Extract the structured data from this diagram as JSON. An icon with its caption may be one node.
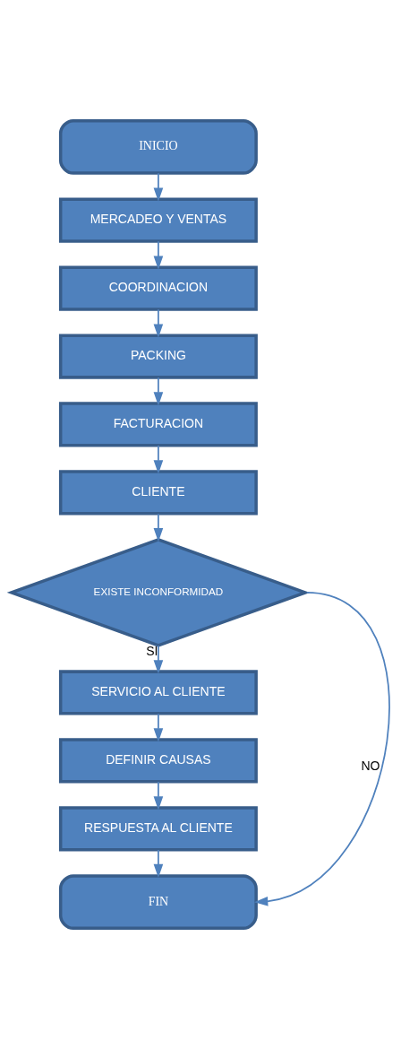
{
  "diagram": {
    "nodes": [
      {
        "text": [
          "INICIO"
        ]
      },
      {
        "text": [
          "MERCADEO Y VENTAS"
        ]
      },
      {
        "text": [
          "COORDINACION"
        ]
      },
      {
        "text": [
          "PACKING"
        ]
      },
      {
        "text": [
          "FACTURACION"
        ]
      },
      {
        "text": [
          "CLIENTE"
        ]
      },
      {
        "text": [
          "EXISTE INCONFORMIDAD"
        ]
      },
      {
        "text": [
          "SERVICIO AL CLIENTE"
        ]
      },
      {
        "text": [
          "DEFINIR CAUSAS"
        ]
      },
      {
        "text": [
          "RESPUESTA AL CLIENTE"
        ]
      },
      {
        "text": [
          "FIN"
        ]
      }
    ],
    "edges": [
      {
        "from": 0,
        "to": 1,
        "arrow": "to"
      },
      {
        "from": 1,
        "to": 2,
        "arrow": "to"
      },
      {
        "from": 2,
        "to": 3,
        "arrow": "to"
      },
      {
        "from": 3,
        "to": 4,
        "arrow": "to"
      },
      {
        "from": 4,
        "to": 5,
        "arrow": "to"
      },
      {
        "from": 5,
        "to": 6,
        "arrow": "to"
      },
      {
        "from": 6,
        "to": 10,
        "arrow": "to",
        "label": "NO"
      },
      {
        "from": 6,
        "to": 7,
        "arrow": "to",
        "label": "SI"
      },
      {
        "from": 7,
        "to": 8,
        "arrow": "to"
      },
      {
        "from": 8,
        "to": 9,
        "arrow": "to"
      },
      {
        "from": 9,
        "to": 10,
        "arrow": "to"
      }
    ]
  }
}
